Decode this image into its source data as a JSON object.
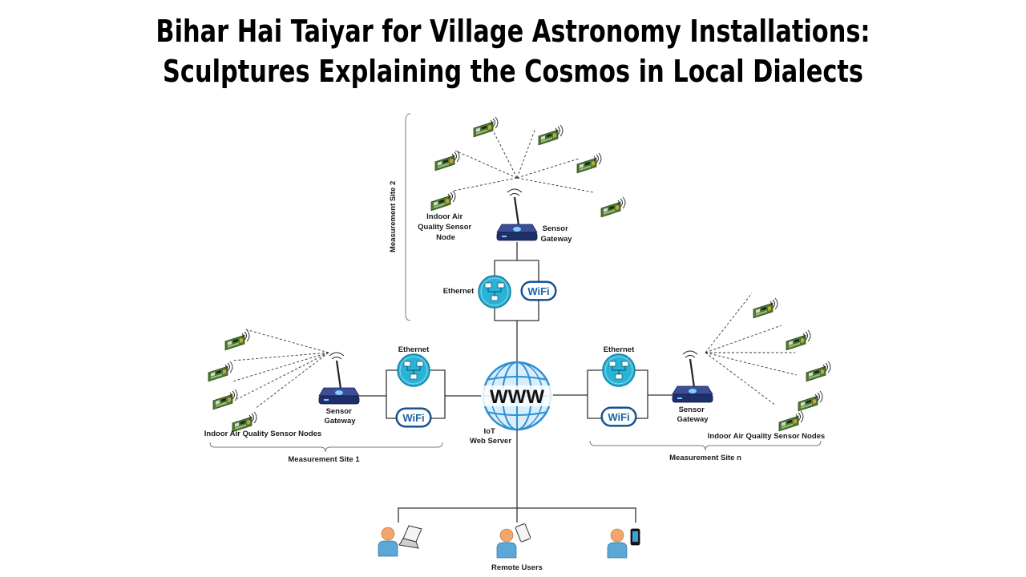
{
  "title": {
    "line1": "Bihar Hai Taiyar for Village Astronomy Installations:",
    "line2": "Sculptures Explaining the Cosmos in Local Dialects"
  },
  "diagram": {
    "site2": {
      "bracket_label": "Measurement Site 2",
      "node_label": [
        "Indoor Air",
        "Quality Sensor",
        "Node"
      ],
      "gateway_label": [
        "Sensor",
        "Gateway"
      ],
      "ethernet_label": "Ethernet",
      "wifi_text": "WiFi"
    },
    "site1": {
      "bracket_label": "Measurement Site 1",
      "nodes_label": "Indoor Air Quality Sensor Nodes",
      "gateway_label": [
        "Sensor",
        "Gateway"
      ],
      "ethernet_label": "Ethernet",
      "wifi_text": "WiFi"
    },
    "siten": {
      "bracket_label": "Measurement Site n",
      "nodes_label": "Indoor Air Quality Sensor Nodes",
      "gateway_label": [
        "Sensor",
        "Gateway"
      ],
      "ethernet_label": "Ethernet",
      "wifi_text": "WiFi"
    },
    "server": {
      "globe_text": "WWW",
      "label": [
        "IoT",
        "Web Server"
      ]
    },
    "users": {
      "label": "Remote Users"
    }
  },
  "colors": {
    "icon_teal": "#29b3d6",
    "globe_blue": "#2f8fd4",
    "gateway_navy": "#1f2f6b",
    "sensor_board": "#5a8a3a",
    "user_blue": "#5ba7d6",
    "skin": "#f2a66b"
  },
  "icons": [
    "sensor-node-icon",
    "gateway-icon",
    "ethernet-switch-icon",
    "wifi-icon",
    "globe-www-icon",
    "user-icon",
    "laptop-icon",
    "tablet-icon",
    "phone-icon"
  ]
}
